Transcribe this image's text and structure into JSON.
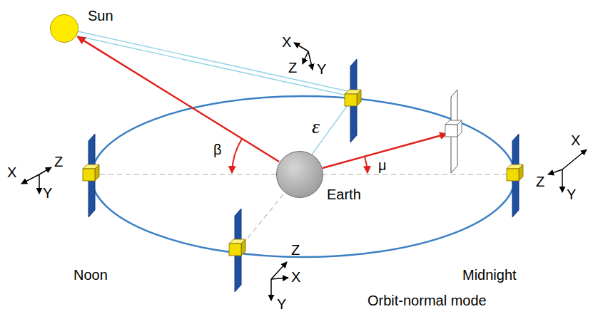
{
  "diagram": {
    "nodes": [
      {
        "text": [
          "Sun"
        ]
      },
      {
        "text": [
          "Earth"
        ]
      }
    ],
    "edges": [
      {
        "from": 1,
        "to": 0,
        "arrow": "to"
      }
    ],
    "labels": [
      "X",
      "Z",
      "Y",
      "Z",
      "X",
      "Y",
      "X",
      "Z",
      "Y",
      "Z",
      "X",
      "Y",
      "ε",
      "β",
      "μ",
      "Noon",
      "Midnight",
      "Orbit-normal mode"
    ]
  }
}
